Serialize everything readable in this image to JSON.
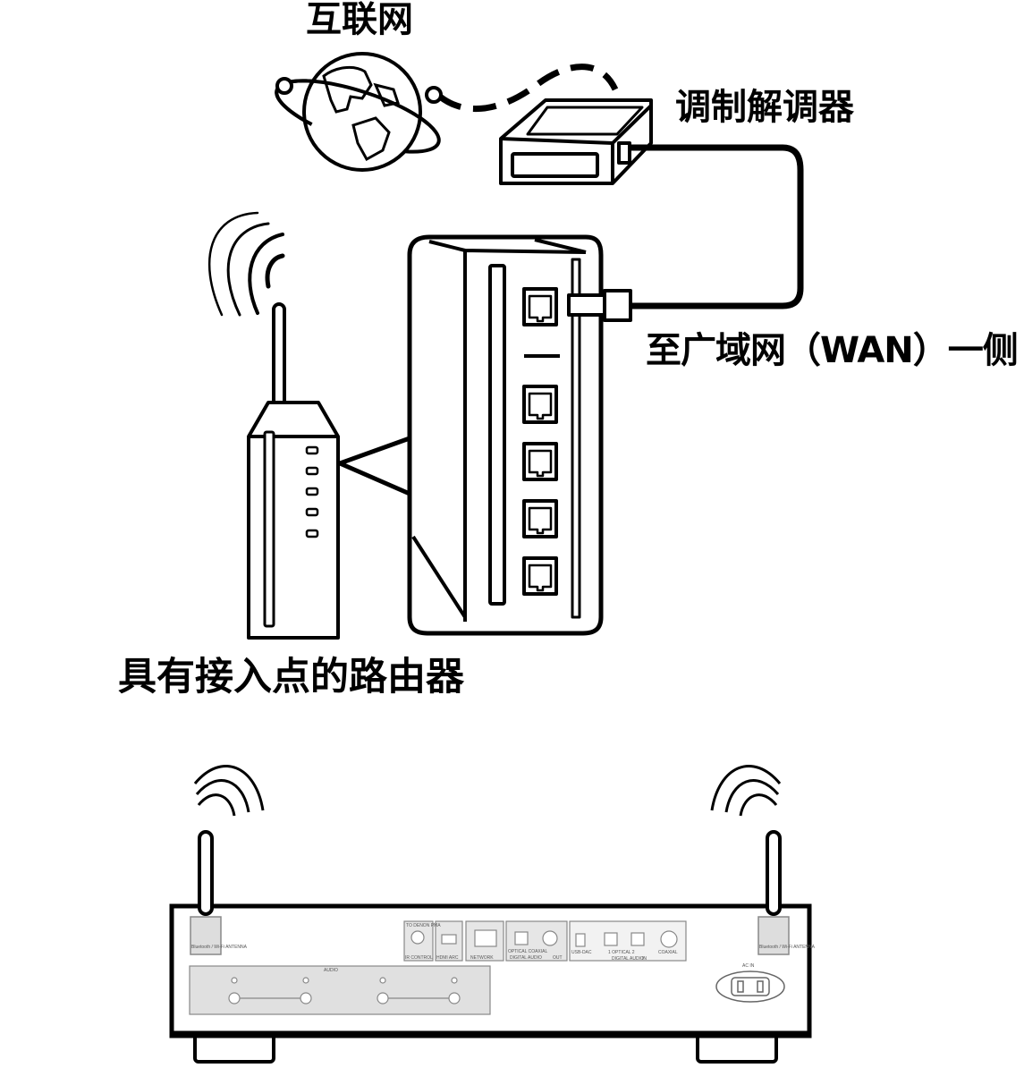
{
  "labels": {
    "internet": "互联网",
    "modem": "调制解调器",
    "wan_side": "至广域网（WAN）一侧",
    "router": "具有接入点的路由器"
  },
  "device_panel": {
    "bluetooth_antenna_left": "Bluetooth / Wi-Fi ANTENNA",
    "bluetooth_antenna_right": "Bluetooth / Wi-Fi ANTENNA",
    "to_denon": "TO DENON PMA",
    "ir_control": "IR CONTROL",
    "hdmi_arc": "HDMI ARC",
    "network": "NETWORK",
    "optical_coaxial_out": "OPTICAL COAXIAL",
    "digital_audio_out": "DIGITAL AUDIO",
    "out_badge": "OUT",
    "usb_dac": "USB-DAC",
    "optical_in": "1  OPTICAL  2",
    "coaxial_in": "COAXIAL",
    "digital_audio_in": "DIGITAL AUDIO",
    "in_badge": "IN",
    "audio": "AUDIO",
    "ac_in": "AC IN"
  },
  "colors": {
    "line": "#000000",
    "panel_fill": "#e6e6e6",
    "panel_stroke": "#888888"
  }
}
